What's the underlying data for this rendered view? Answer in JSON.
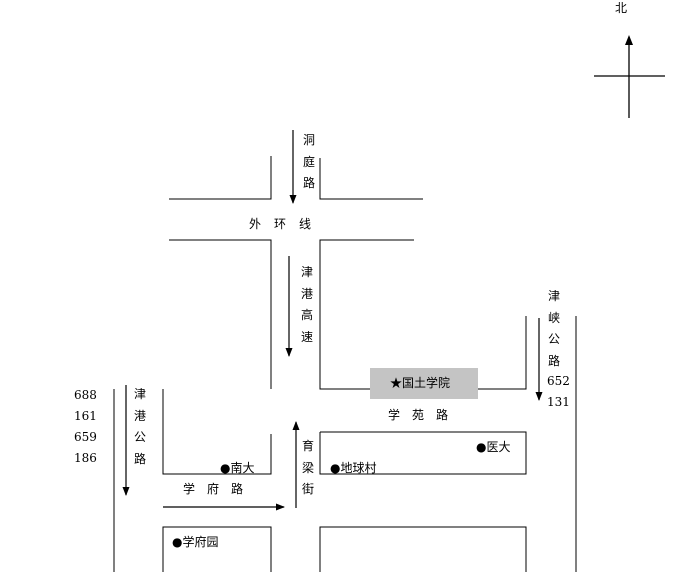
{
  "compass": {
    "north_label": "北"
  },
  "roads": {
    "dongting": "洞庭路",
    "waihuan": "外　环　线",
    "jingang_highway": "津港高速",
    "jinxia": "津峡公路",
    "xueyuan": "学　苑　路",
    "jingang_road": "津港公路",
    "xuefu": "学　府　路",
    "yuliang": "育梁街"
  },
  "bus_routes": {
    "left": [
      "688",
      "161",
      "659",
      "186"
    ],
    "right": [
      "652",
      "131"
    ]
  },
  "landmarks": {
    "campus": "★国土学院",
    "yida": "●医大",
    "nanda": "●南大",
    "diqiucun": "●地球村",
    "xuefuyuan": "●学府园"
  }
}
